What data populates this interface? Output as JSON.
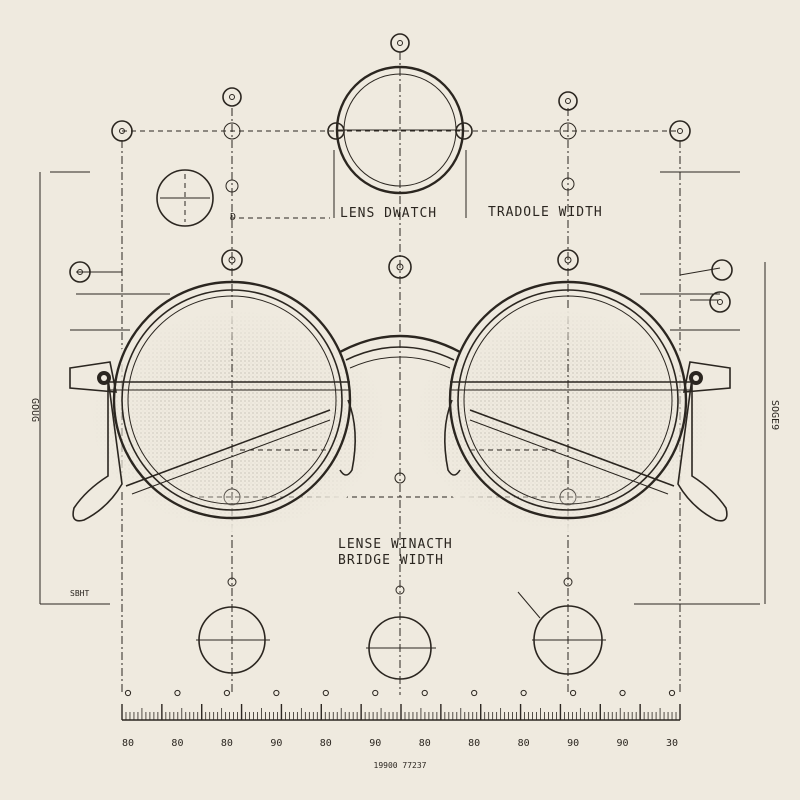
{
  "labels": {
    "lens_top": "LENS DWATCH",
    "temple_top": "TRADOLE WIDTH",
    "lens_mid": "LENSE WINACTH",
    "bridge": "BRIDGE WIDTH",
    "small_left_d": "D",
    "left_side": "GOUG",
    "right_side": "SOGE9",
    "bottom_left": "SBHT",
    "ruler_caption": "19900 77237"
  },
  "ruler": {
    "ticks": [
      "80",
      "80",
      "80",
      "90",
      "80",
      "90",
      "80",
      "80",
      "80",
      "90",
      "90",
      "30"
    ]
  },
  "palette": {
    "paper": "#efeadf",
    "ink": "#2b2620"
  }
}
